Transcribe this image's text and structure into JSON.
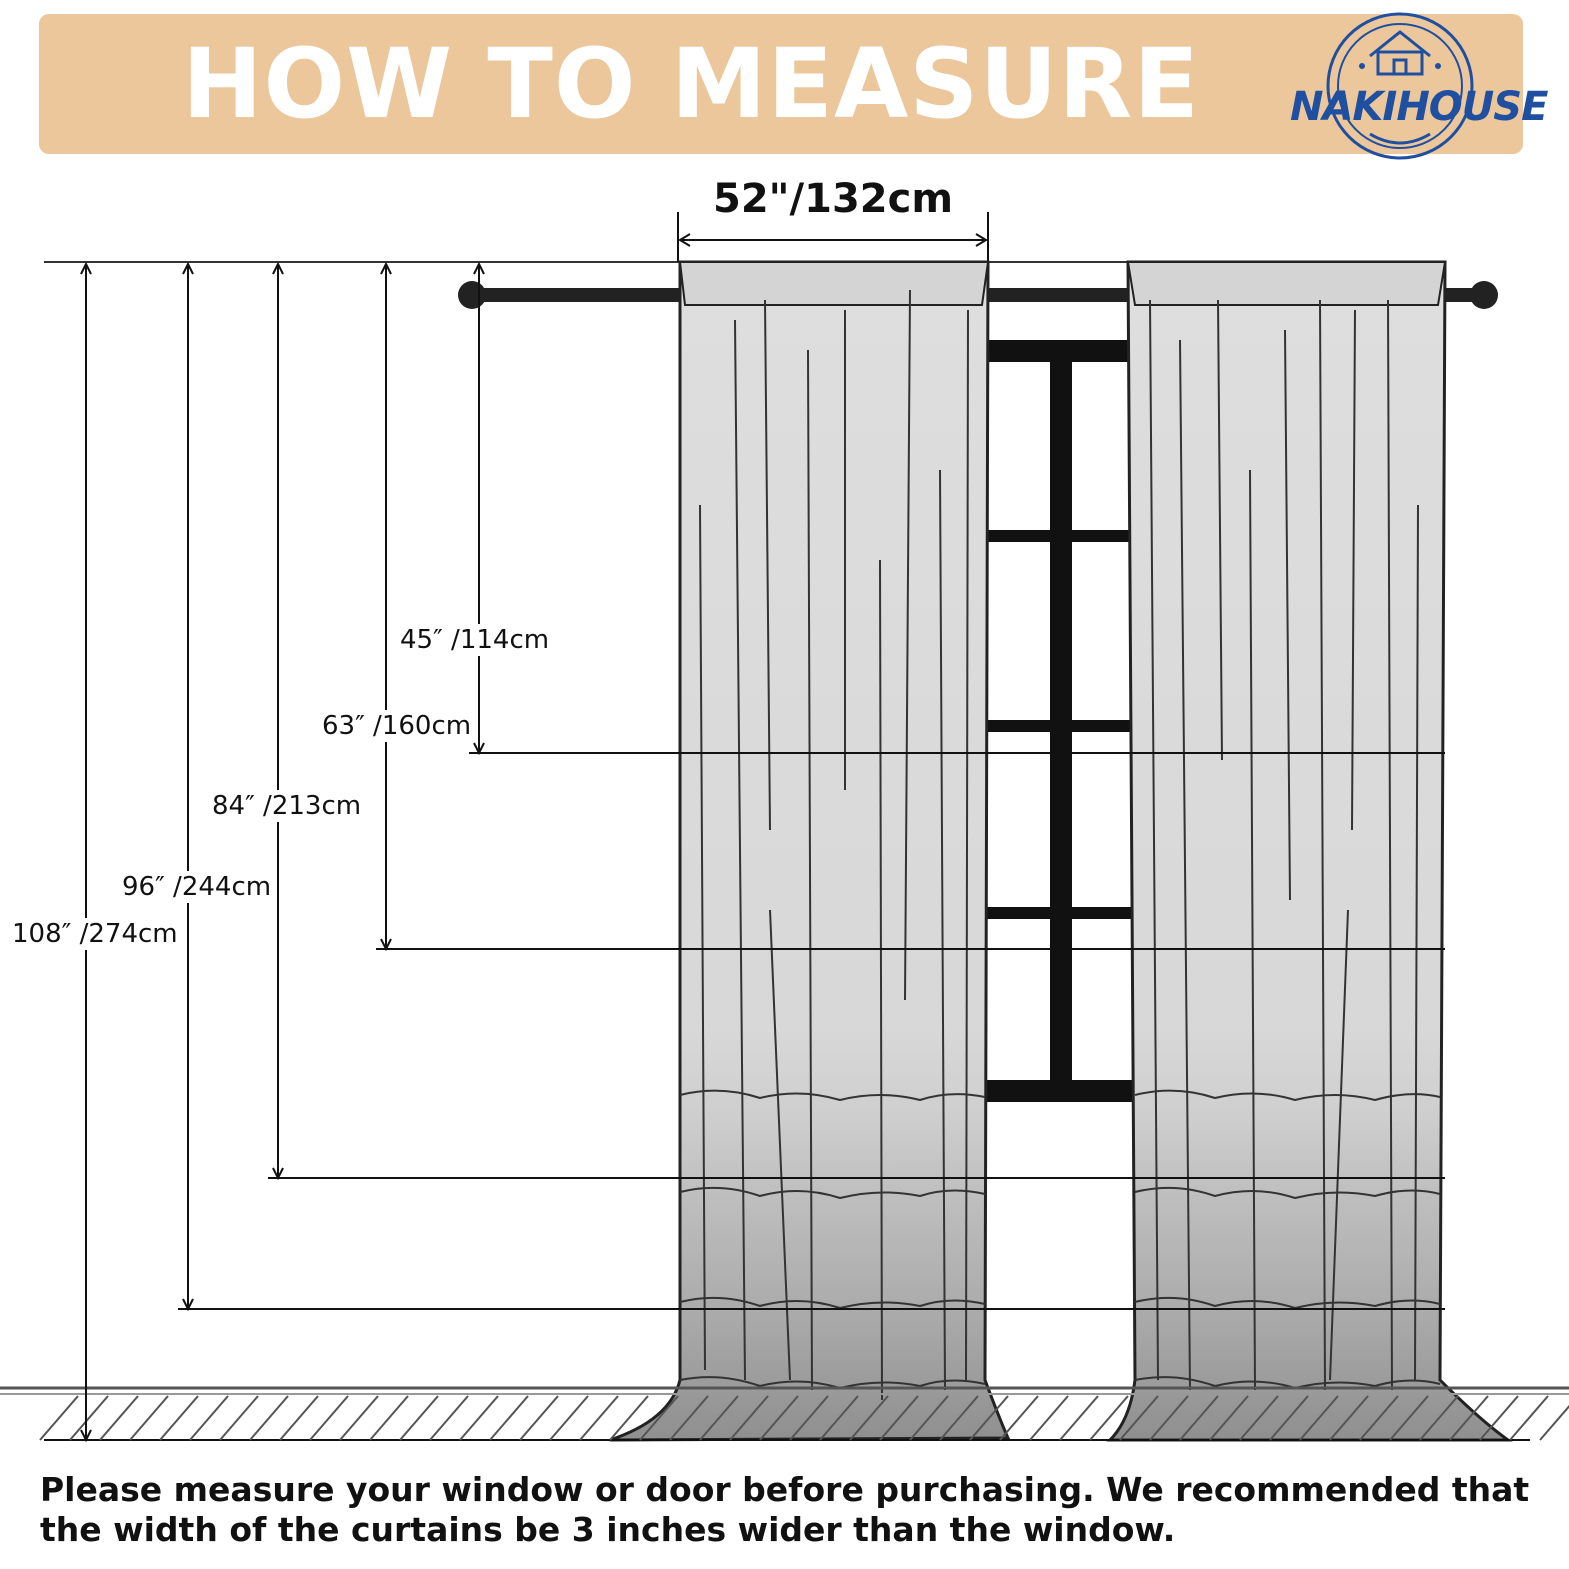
{
  "header": {
    "title": "HOW TO MEASURE",
    "brand": "NAKIHOUSE",
    "banner_color": "#ecc79c",
    "brand_color": "#1f4fa0"
  },
  "diagram": {
    "width_label": "52\"/132cm",
    "lengths": [
      {
        "label": "45″ /114cm",
        "inches": 45
      },
      {
        "label": "63″ /160cm",
        "inches": 63
      },
      {
        "label": "84″ /213cm",
        "inches": 84
      },
      {
        "label": "96″ /244cm",
        "inches": 96
      },
      {
        "label": "108″ /274cm",
        "inches": 108
      }
    ],
    "curtain_color": "#dcdcdc",
    "rod_color": "#222222"
  },
  "note": "Please measure your window or door before purchasing. We recommended that the width of the curtains be 3 inches wider than the window."
}
